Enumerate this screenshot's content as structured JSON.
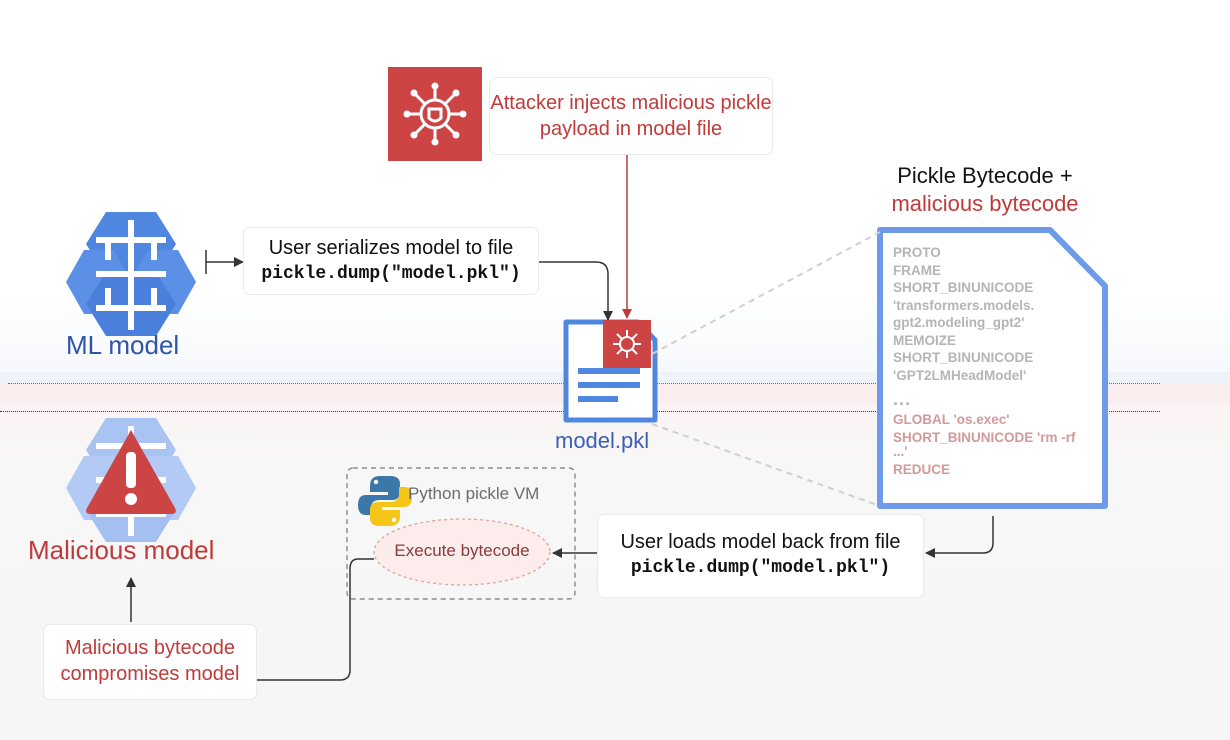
{
  "attacker_box": {
    "text": "Attacker injects malicious pickle payload in model file"
  },
  "ml_model": {
    "label": "ML model"
  },
  "serialize_box": {
    "line1": "User serializes model to file",
    "code": "pickle.dump(\"model.pkl\")"
  },
  "model_file": {
    "label": "model.pkl"
  },
  "bytecode": {
    "title": "Pickle Bytecode +",
    "title_malicious": "malicious bytecode",
    "lines": [
      "PROTO",
      "FRAME",
      "SHORT_BINUNICODE",
      "'transformers.models.",
      "gpt2.modeling_gpt2'",
      "MEMOIZE",
      "SHORT_BINUNICODE",
      "'GPT2LMHeadModel'"
    ],
    "ellipsis": "...",
    "malicious_lines": [
      "GLOBAL 'os.exec'",
      "SHORT_BINUNICODE 'rm -rf",
      "...'",
      "REDUCE"
    ]
  },
  "malicious_model": {
    "label": "Malicious model"
  },
  "vm": {
    "label": "Python pickle VM",
    "execute": "Execute bytecode"
  },
  "load_box": {
    "line1": "User loads model back from file",
    "code": "pickle.dump(\"model.pkl\")"
  },
  "compromise_box": {
    "text": "Malicious bytecode compromises model"
  },
  "colors": {
    "brain_blue": "#4f86e0",
    "brain_light": "#8fb2ee",
    "danger_red": "#cc4444",
    "text_red": "#c13a3a",
    "pkl_blue": "#3a5fb5"
  }
}
